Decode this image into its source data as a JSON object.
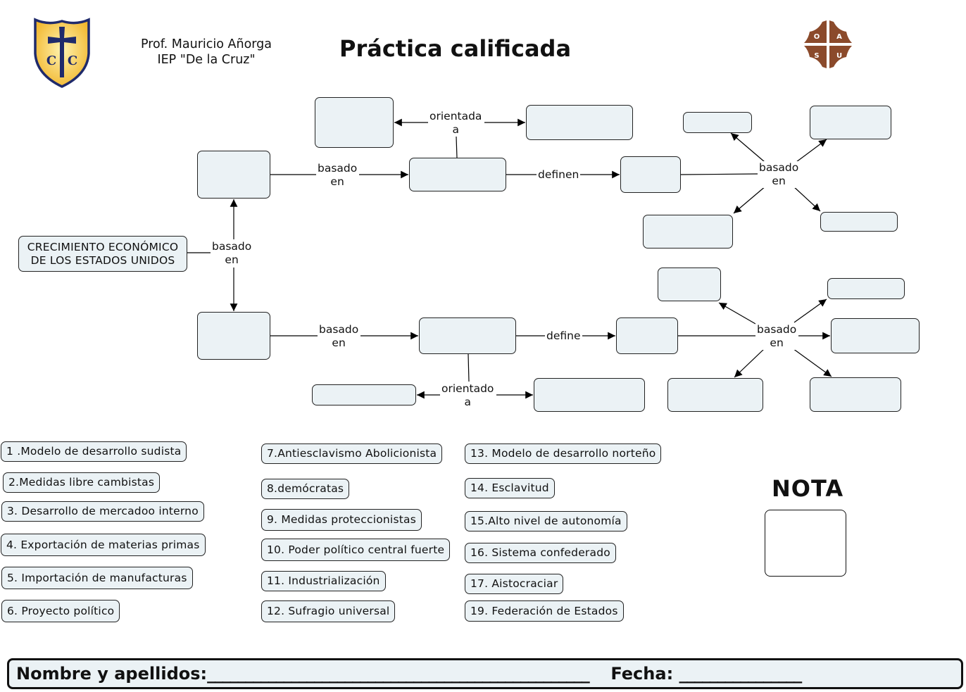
{
  "header": {
    "teacher": "Prof. Mauricio Añorga",
    "school": "IEP \"De la Cruz\"",
    "title": "Práctica calificada",
    "logo_left_icon": "shield-cross-cc-icon",
    "logo_right_icon": "cross-oasu-icon",
    "logo_right_letters": [
      "O",
      "A",
      "S",
      "U"
    ]
  },
  "colors": {
    "node_fill": "#ebf2f5",
    "border": "#222222",
    "shield_gold": "#f5c542",
    "shield_navy": "#1f2a6b",
    "cross_brown": "#8b4a2b"
  },
  "concept_map": {
    "root": "CRECIMIENTO ECONÓMICO DE LOS ESTADOS UNIDOS",
    "link_labels": {
      "root_link": [
        "basado",
        "en"
      ],
      "top_basado": [
        "basado",
        "en"
      ],
      "top_orientada": [
        "orientada",
        "a"
      ],
      "top_definen": "definen",
      "top_right_basado": [
        "basado",
        "en"
      ],
      "bottom_basado": [
        "basado",
        "en"
      ],
      "bottom_define": "define",
      "bottom_orientado": [
        "orientado",
        "a"
      ],
      "bottom_right_basado": [
        "basado",
        "en"
      ]
    },
    "empty_boxes": ""
  },
  "word_bank": {
    "column1": [
      "1 .Modelo de desarrollo sudista",
      "2.Medidas libre cambistas",
      "3. Desarrollo de mercadoo interno",
      "4. Exportación de materias primas",
      "5. Importación de manufacturas",
      "6. Proyecto político"
    ],
    "column2": [
      "7.Antiesclavismo Abolicionista",
      "8.demócratas",
      "9. Medidas proteccionistas",
      "10. Poder político central fuerte",
      "11. Industrialización",
      "12. Sufragio universal"
    ],
    "column3": [
      "13. Modelo de desarrollo norteño",
      "14. Esclavitud",
      "15.Alto nivel de autonomía",
      "16. Sistema confederado",
      "17. Aistocraciar",
      "19. Federación de Estados"
    ]
  },
  "grade": {
    "title": "NOTA",
    "value": ""
  },
  "footer": {
    "name_label": "Nombre y apellidos:",
    "name_blank": "__________________________________________________",
    "date_label": "Fecha:",
    "date_blank": "________________"
  }
}
